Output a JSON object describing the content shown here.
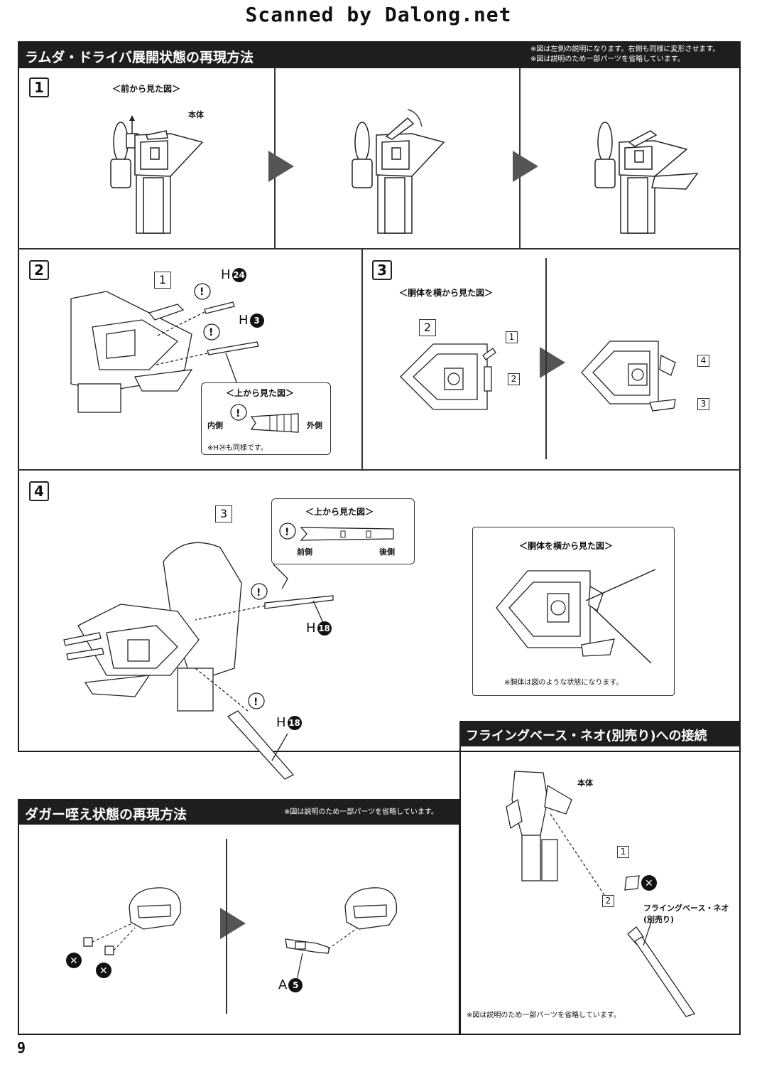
{
  "scan_credit": "Scanned by Dalong.net",
  "page_number": "9",
  "section_lambda": {
    "title": "ラムダ・ドライバ展開状態の再現方法",
    "notes": [
      "※図は左側の説明になります。右側も同様に変形させます。",
      "※図は説明のため一部パーツを省略しています。"
    ],
    "step1": {
      "number": "1",
      "view_label": "＜前から見た図＞",
      "body_label": "本体"
    },
    "step2": {
      "number": "2",
      "ref_step": "1",
      "part_a": {
        "letter": "H",
        "num": "24"
      },
      "part_b": {
        "letter": "H",
        "num": "3"
      },
      "callout_title": "＜上から見た図＞",
      "inner": "内側",
      "outer": "外側",
      "callout_note": "※H㉔も同様です。"
    },
    "step3": {
      "number": "3",
      "view_label": "＜胴体を横から見た図＞",
      "ref_step": "2",
      "sub1": "1",
      "sub2": "2",
      "sub3": "3",
      "sub4": "4"
    },
    "step4": {
      "number": "4",
      "ref_step": "3",
      "callout_title": "＜上から見た図＞",
      "front": "前側",
      "back": "後側",
      "part_a": {
        "letter": "H",
        "num": "18"
      },
      "part_b": {
        "letter": "H",
        "num": "18"
      },
      "side_title": "＜胴体を横から見た図＞",
      "side_note": "※胴体は図のような状態になります。"
    }
  },
  "section_dagger": {
    "title": "ダガー咥え状態の再現方法",
    "note": "※図は説明のため一部パーツを省略しています。",
    "part": {
      "letter": "A",
      "num": "5"
    }
  },
  "section_flying": {
    "title": "フライングベース・ネオ(別売り)への接続",
    "body_label": "本体",
    "sub1": "1",
    "sub2": "2",
    "base_label": "フライングベース・ネオ",
    "base_sub": "(別売り)",
    "note": "※図は説明のため一部パーツを省略しています。"
  }
}
